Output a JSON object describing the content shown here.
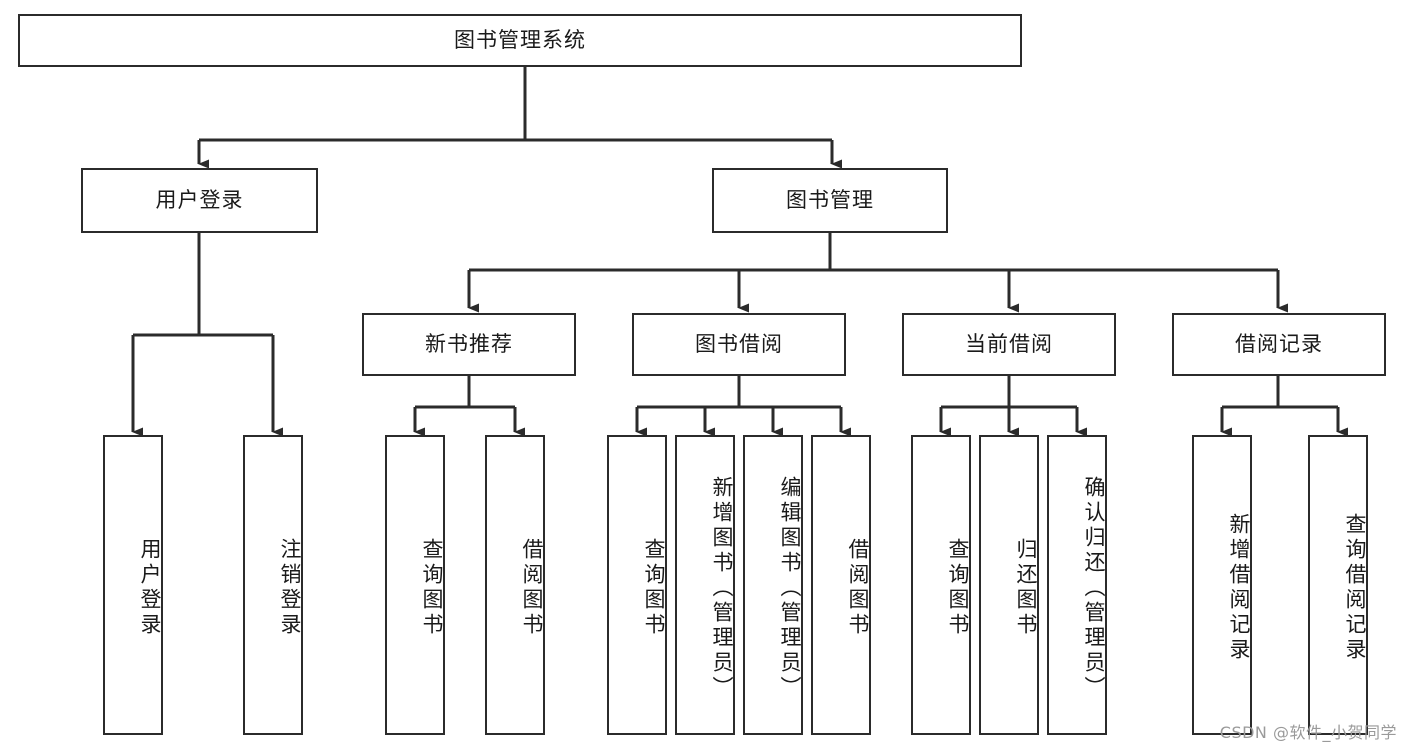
{
  "diagram": {
    "title": "图书管理系统",
    "root": {
      "label": "图书管理系统"
    },
    "level1": [
      {
        "label": "用户登录"
      },
      {
        "label": "图书管理"
      }
    ],
    "level2": [
      {
        "label": "新书推荐"
      },
      {
        "label": "图书借阅"
      },
      {
        "label": "当前借阅"
      },
      {
        "label": "借阅记录"
      }
    ],
    "leaves": {
      "user_login": [
        {
          "label": "用户登录"
        },
        {
          "label": "注销登录"
        }
      ],
      "new_book_recommend": [
        {
          "label": "查询图书"
        },
        {
          "label": "借阅图书"
        }
      ],
      "book_borrow": [
        {
          "label": "查询图书"
        },
        {
          "label": "新增图书（管理员）"
        },
        {
          "label": "编辑图书（管理员）"
        },
        {
          "label": "借阅图书"
        }
      ],
      "current_borrow": [
        {
          "label": "查询图书"
        },
        {
          "label": "归还图书"
        },
        {
          "label": "确认归还（管理员）"
        }
      ],
      "borrow_record": [
        {
          "label": "新增借阅记录"
        },
        {
          "label": "查询借阅记录"
        }
      ]
    }
  },
  "watermark": {
    "text": "CSDN @软件_小贺同学"
  },
  "colors": {
    "stroke": "#2b2b2b",
    "background": "#ffffff",
    "text": "#1a1a1a",
    "watermark": "#9a9a9a"
  }
}
